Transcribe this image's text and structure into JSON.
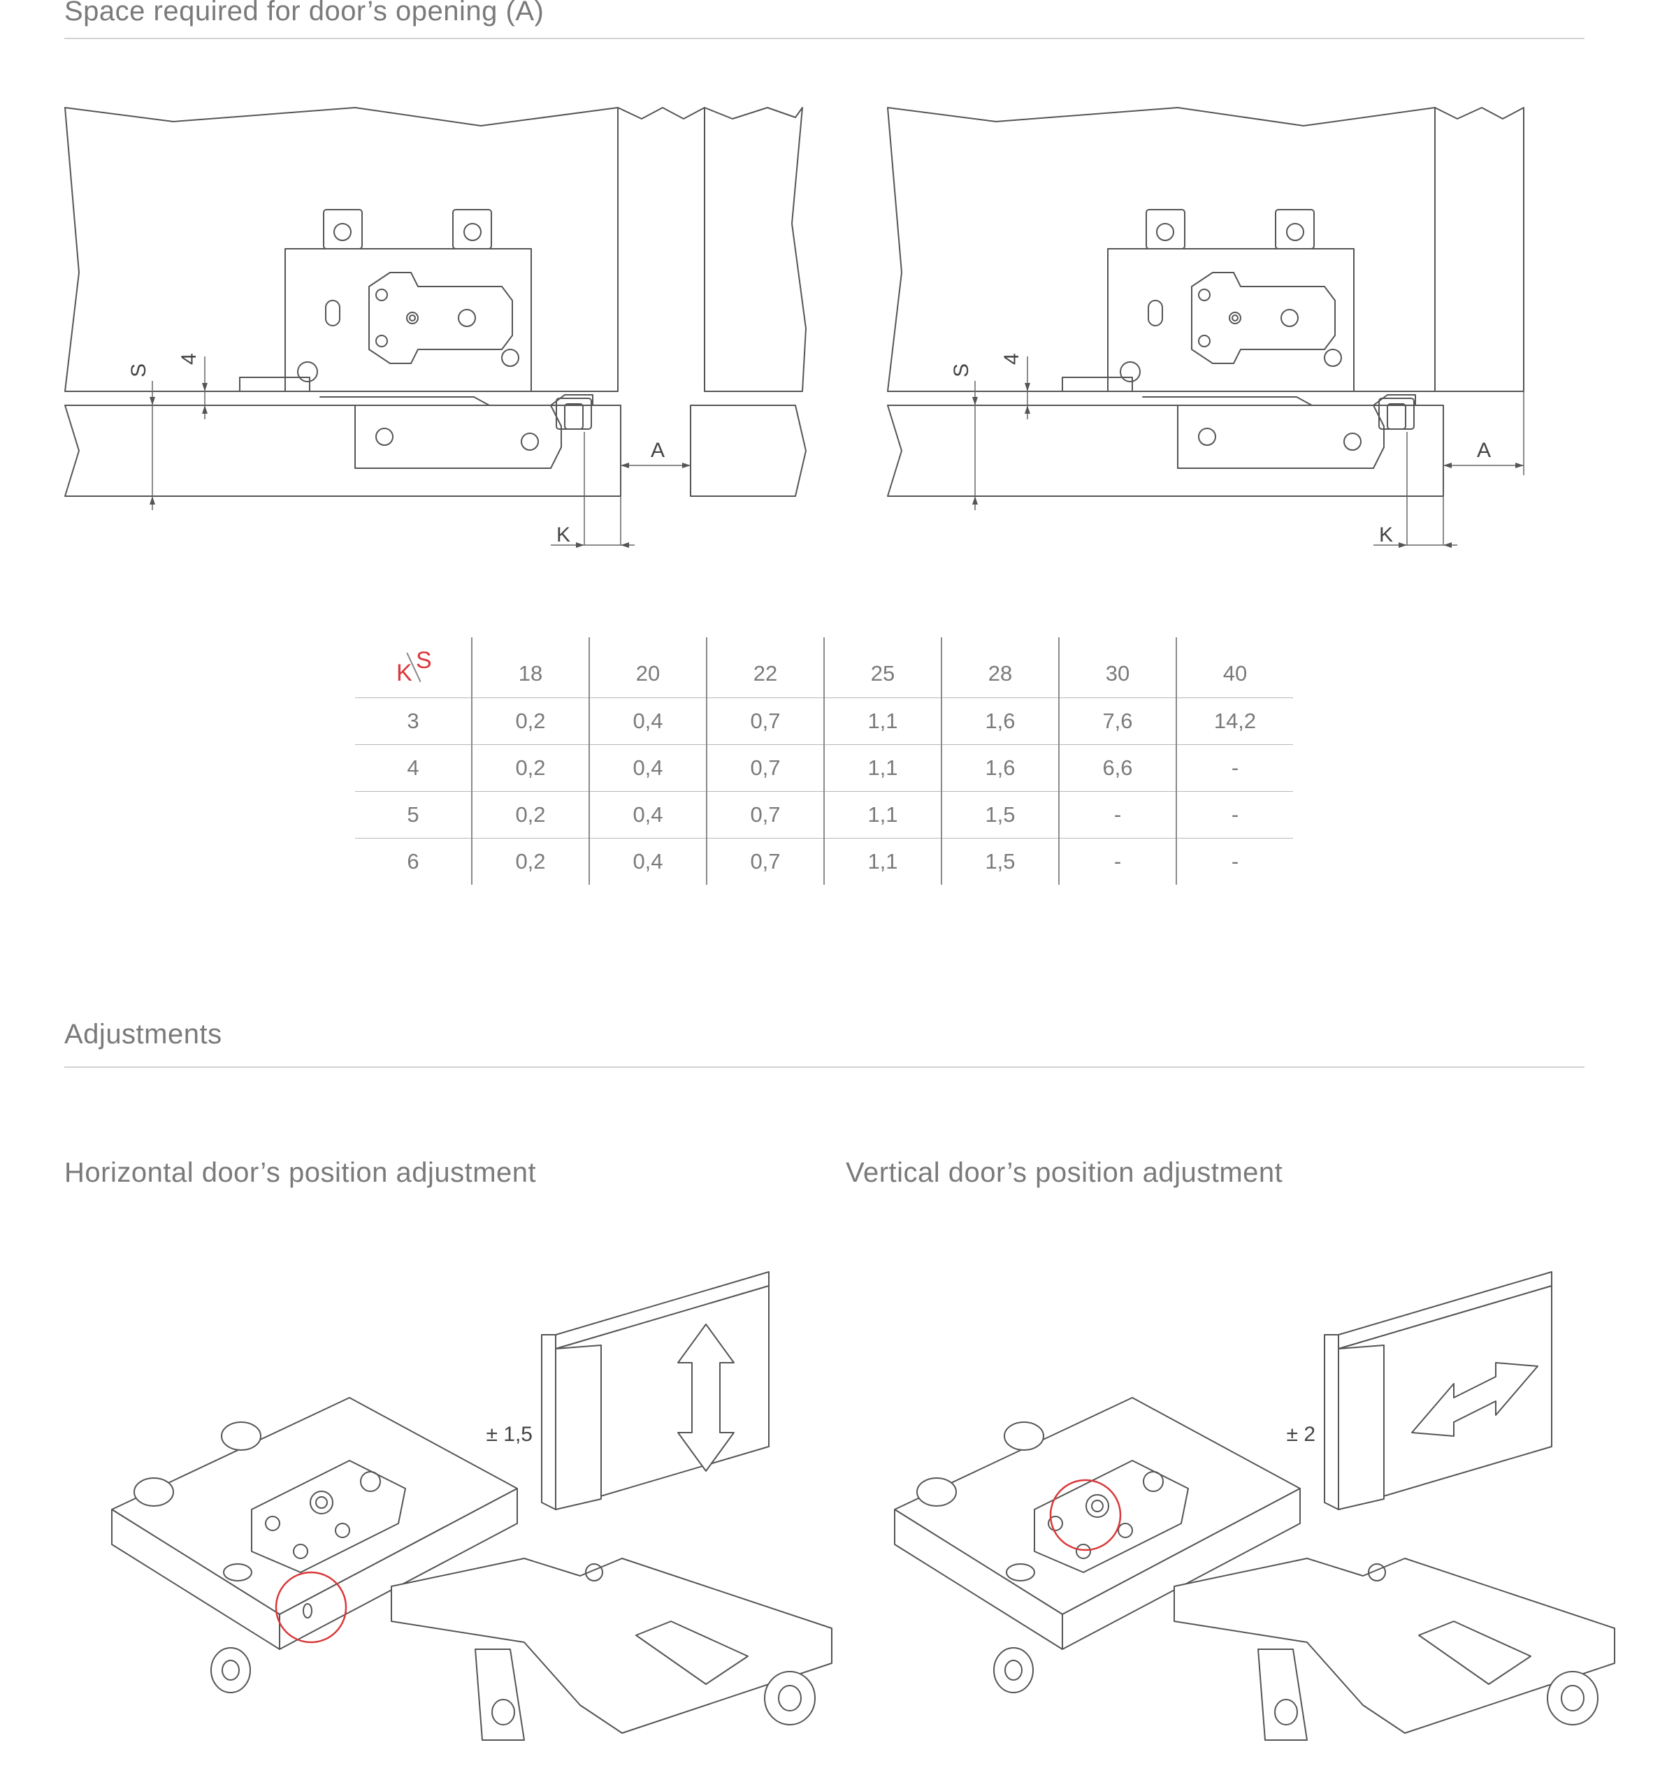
{
  "section_opening": {
    "title": "Space required for door’s opening (A)"
  },
  "diagram_labels": {
    "s": "S",
    "four": "4",
    "a": "A",
    "k": "K"
  },
  "table": {
    "corner_k": "K",
    "corner_s": "S",
    "columns": [
      "18",
      "20",
      "22",
      "25",
      "28",
      "30",
      "40"
    ],
    "rows": [
      {
        "k": "3",
        "values": [
          "0,2",
          "0,4",
          "0,7",
          "1,1",
          "1,6",
          "7,6",
          "14,2"
        ]
      },
      {
        "k": "4",
        "values": [
          "0,2",
          "0,4",
          "0,7",
          "1,1",
          "1,6",
          "6,6",
          "-"
        ]
      },
      {
        "k": "5",
        "values": [
          "0,2",
          "0,4",
          "0,7",
          "1,1",
          "1,5",
          "-",
          "-"
        ]
      },
      {
        "k": "6",
        "values": [
          "0,2",
          "0,4",
          "0,7",
          "1,1",
          "1,5",
          "-",
          "-"
        ]
      }
    ]
  },
  "section_adjustments": {
    "title": "Adjustments"
  },
  "horizontal": {
    "title": "Horizontal door’s position adjustment",
    "value": "± 1,5"
  },
  "vertical": {
    "title": "Vertical door’s position adjustment",
    "value": "± 2"
  },
  "colors": {
    "accent": "#d9383a",
    "text": "#7a7a7a",
    "rule": "#d2d2d2"
  }
}
